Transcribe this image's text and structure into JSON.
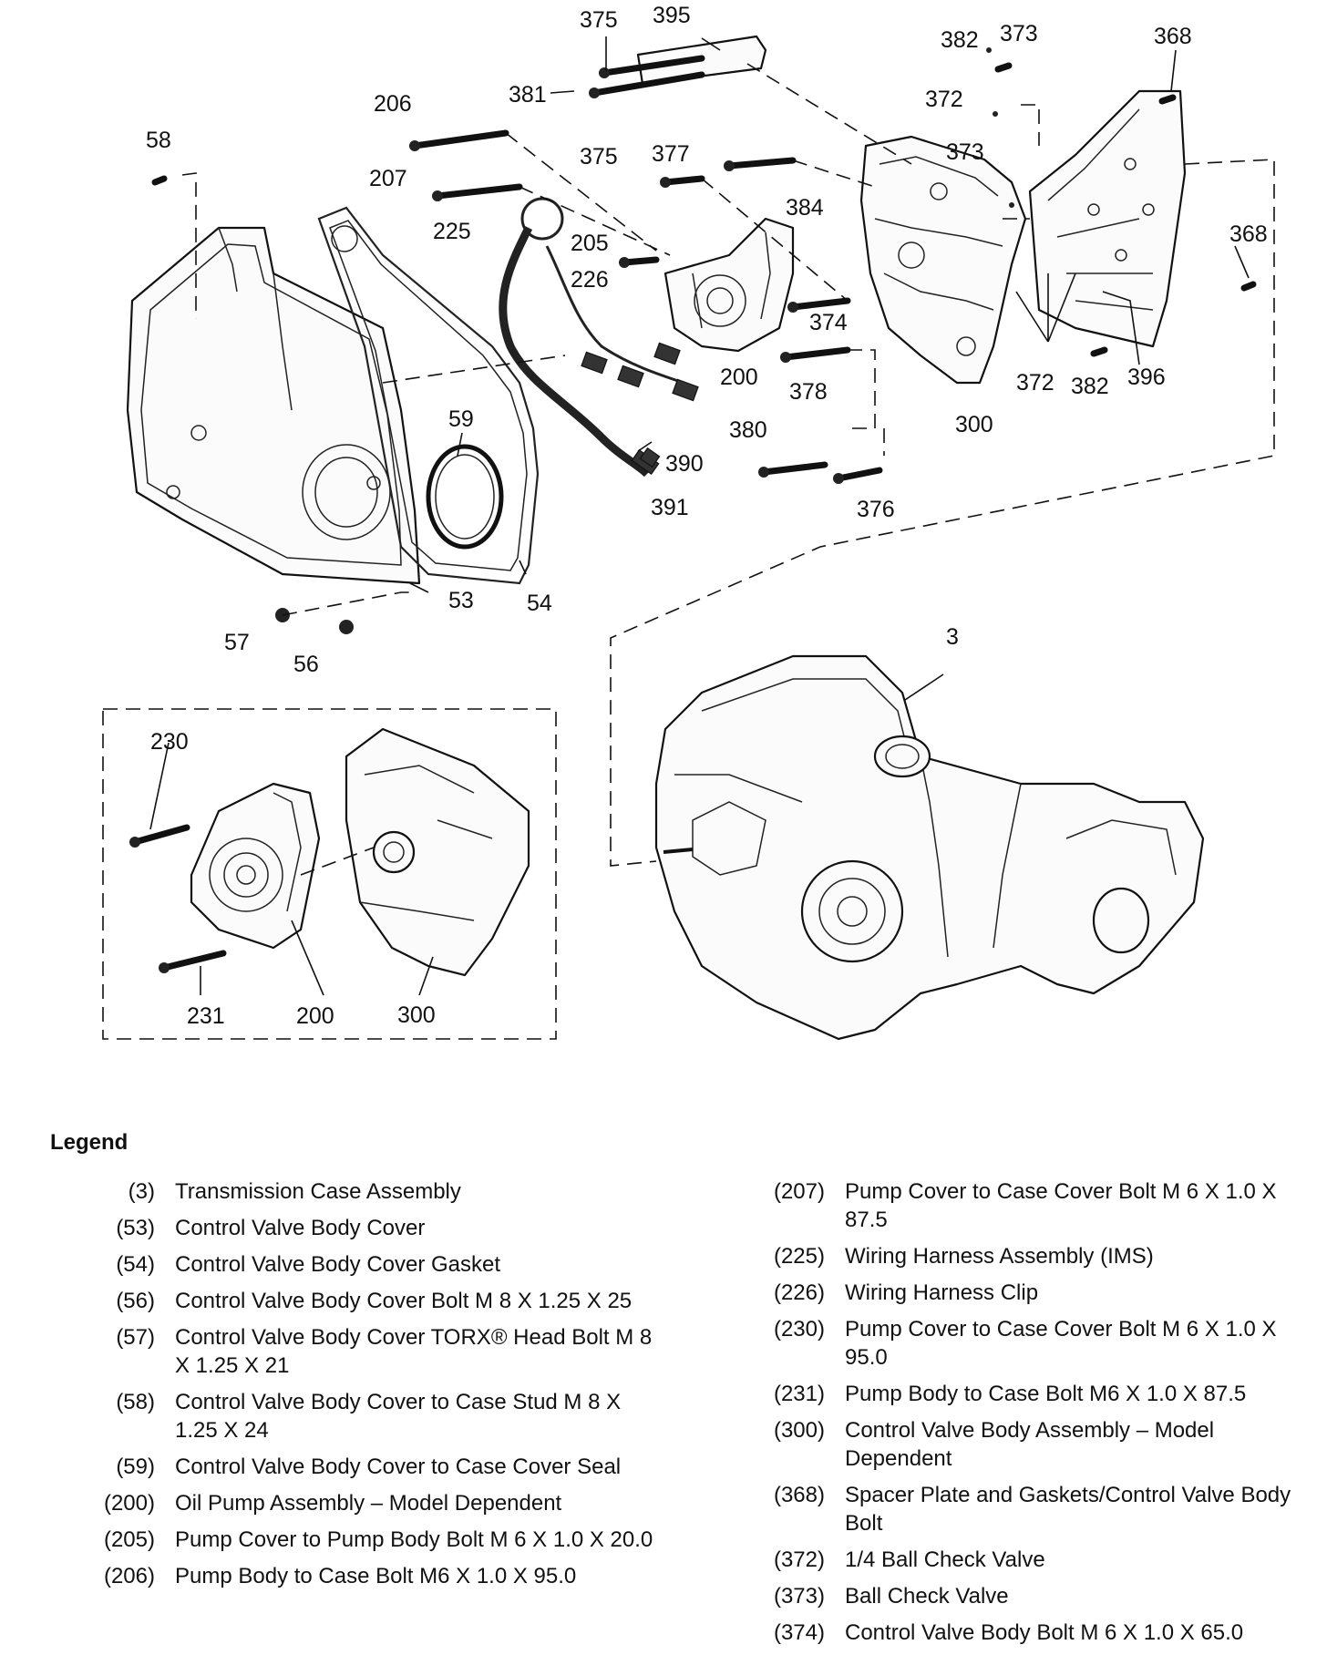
{
  "diagram": {
    "callouts": [
      {
        "id": "c375a",
        "text": "375"
      },
      {
        "id": "c395",
        "text": "395"
      },
      {
        "id": "c381",
        "text": "381"
      },
      {
        "id": "c375b",
        "text": "375"
      },
      {
        "id": "c206",
        "text": "206"
      },
      {
        "id": "c58",
        "text": "58"
      },
      {
        "id": "c207",
        "text": "207"
      },
      {
        "id": "c377",
        "text": "377"
      },
      {
        "id": "c384",
        "text": "384"
      },
      {
        "id": "c225",
        "text": "225"
      },
      {
        "id": "c205",
        "text": "205"
      },
      {
        "id": "c226",
        "text": "226"
      },
      {
        "id": "c200a",
        "text": "200"
      },
      {
        "id": "c374",
        "text": "374"
      },
      {
        "id": "c378",
        "text": "378"
      },
      {
        "id": "c300a",
        "text": "300"
      },
      {
        "id": "c382a",
        "text": "382"
      },
      {
        "id": "c373a",
        "text": "373"
      },
      {
        "id": "c368a",
        "text": "368"
      },
      {
        "id": "c372a",
        "text": "372"
      },
      {
        "id": "c373b",
        "text": "373"
      },
      {
        "id": "c368b",
        "text": "368"
      },
      {
        "id": "c372b",
        "text": "372"
      },
      {
        "id": "c382b",
        "text": "382"
      },
      {
        "id": "c396",
        "text": "396"
      },
      {
        "id": "c59",
        "text": "59"
      },
      {
        "id": "c380",
        "text": "380"
      },
      {
        "id": "c390",
        "text": "390"
      },
      {
        "id": "c391",
        "text": "391"
      },
      {
        "id": "c376",
        "text": "376"
      },
      {
        "id": "c53",
        "text": "53"
      },
      {
        "id": "c54",
        "text": "54"
      },
      {
        "id": "c57",
        "text": "57"
      },
      {
        "id": "c56",
        "text": "56"
      },
      {
        "id": "c3",
        "text": "3"
      },
      {
        "id": "c230",
        "text": "230"
      },
      {
        "id": "c231",
        "text": "231"
      },
      {
        "id": "c200b",
        "text": "200"
      },
      {
        "id": "c300b",
        "text": "300"
      }
    ]
  },
  "legend": {
    "title": "Legend",
    "left_column": [
      {
        "num": "(3)",
        "text": "Transmission Case Assembly"
      },
      {
        "num": "(53)",
        "text": "Control Valve Body Cover"
      },
      {
        "num": "(54)",
        "text": "Control Valve Body Cover Gasket"
      },
      {
        "num": "(56)",
        "text": "Control Valve Body Cover Bolt M 8 X 1.25 X 25"
      },
      {
        "num": "(57)",
        "text": "Control Valve Body Cover TORX® Head Bolt M 8 X 1.25 X 21"
      },
      {
        "num": "(58)",
        "text": "Control Valve Body Cover to Case Stud M 8 X 1.25 X 24"
      },
      {
        "num": "(59)",
        "text": "Control Valve Body Cover to Case Cover Seal"
      },
      {
        "num": "(200)",
        "text": "Oil Pump Assembly – Model Dependent"
      },
      {
        "num": "(205)",
        "text": "Pump Cover to Pump Body Bolt M 6 X 1.0 X 20.0"
      },
      {
        "num": "(206)",
        "text": "Pump Body to Case Bolt M6 X 1.0 X 95.0"
      }
    ],
    "right_column": [
      {
        "num": "(207)",
        "text": "Pump Cover to Case Cover Bolt M 6 X 1.0 X 87.5"
      },
      {
        "num": "(225)",
        "text": "Wiring Harness Assembly (IMS)"
      },
      {
        "num": "(226)",
        "text": "Wiring Harness Clip"
      },
      {
        "num": "(230)",
        "text": "Pump Cover to Case Cover Bolt M 6 X 1.0 X 95.0"
      },
      {
        "num": "(231)",
        "text": "Pump Body to Case Bolt M6 X 1.0 X 87.5"
      },
      {
        "num": "(300)",
        "text": "Control Valve Body Assembly – Model Dependent"
      },
      {
        "num": "(368)",
        "text": "Spacer Plate and Gaskets/Control Valve Body Bolt"
      },
      {
        "num": "(372)",
        "text": "1/4 Ball Check Valve"
      },
      {
        "num": "(373)",
        "text": "Ball Check Valve"
      },
      {
        "num": "(374)",
        "text": "Control Valve Body Bolt M 6 X 1.0 X 65.0"
      }
    ]
  }
}
